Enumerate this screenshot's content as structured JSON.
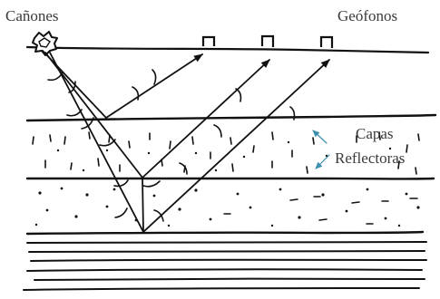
{
  "labels": {
    "source": "Cañones",
    "receivers": "Geófonos",
    "layers_line1": "Capas",
    "layers_line2": "Reflectoras"
  },
  "colors": {
    "ink": "#111111",
    "label_text": "#3a3a3a",
    "pointer_arrow": "#3d8fb0"
  },
  "icons": {
    "source": "explosion-star-icon",
    "receiver": "geophone-icon"
  }
}
